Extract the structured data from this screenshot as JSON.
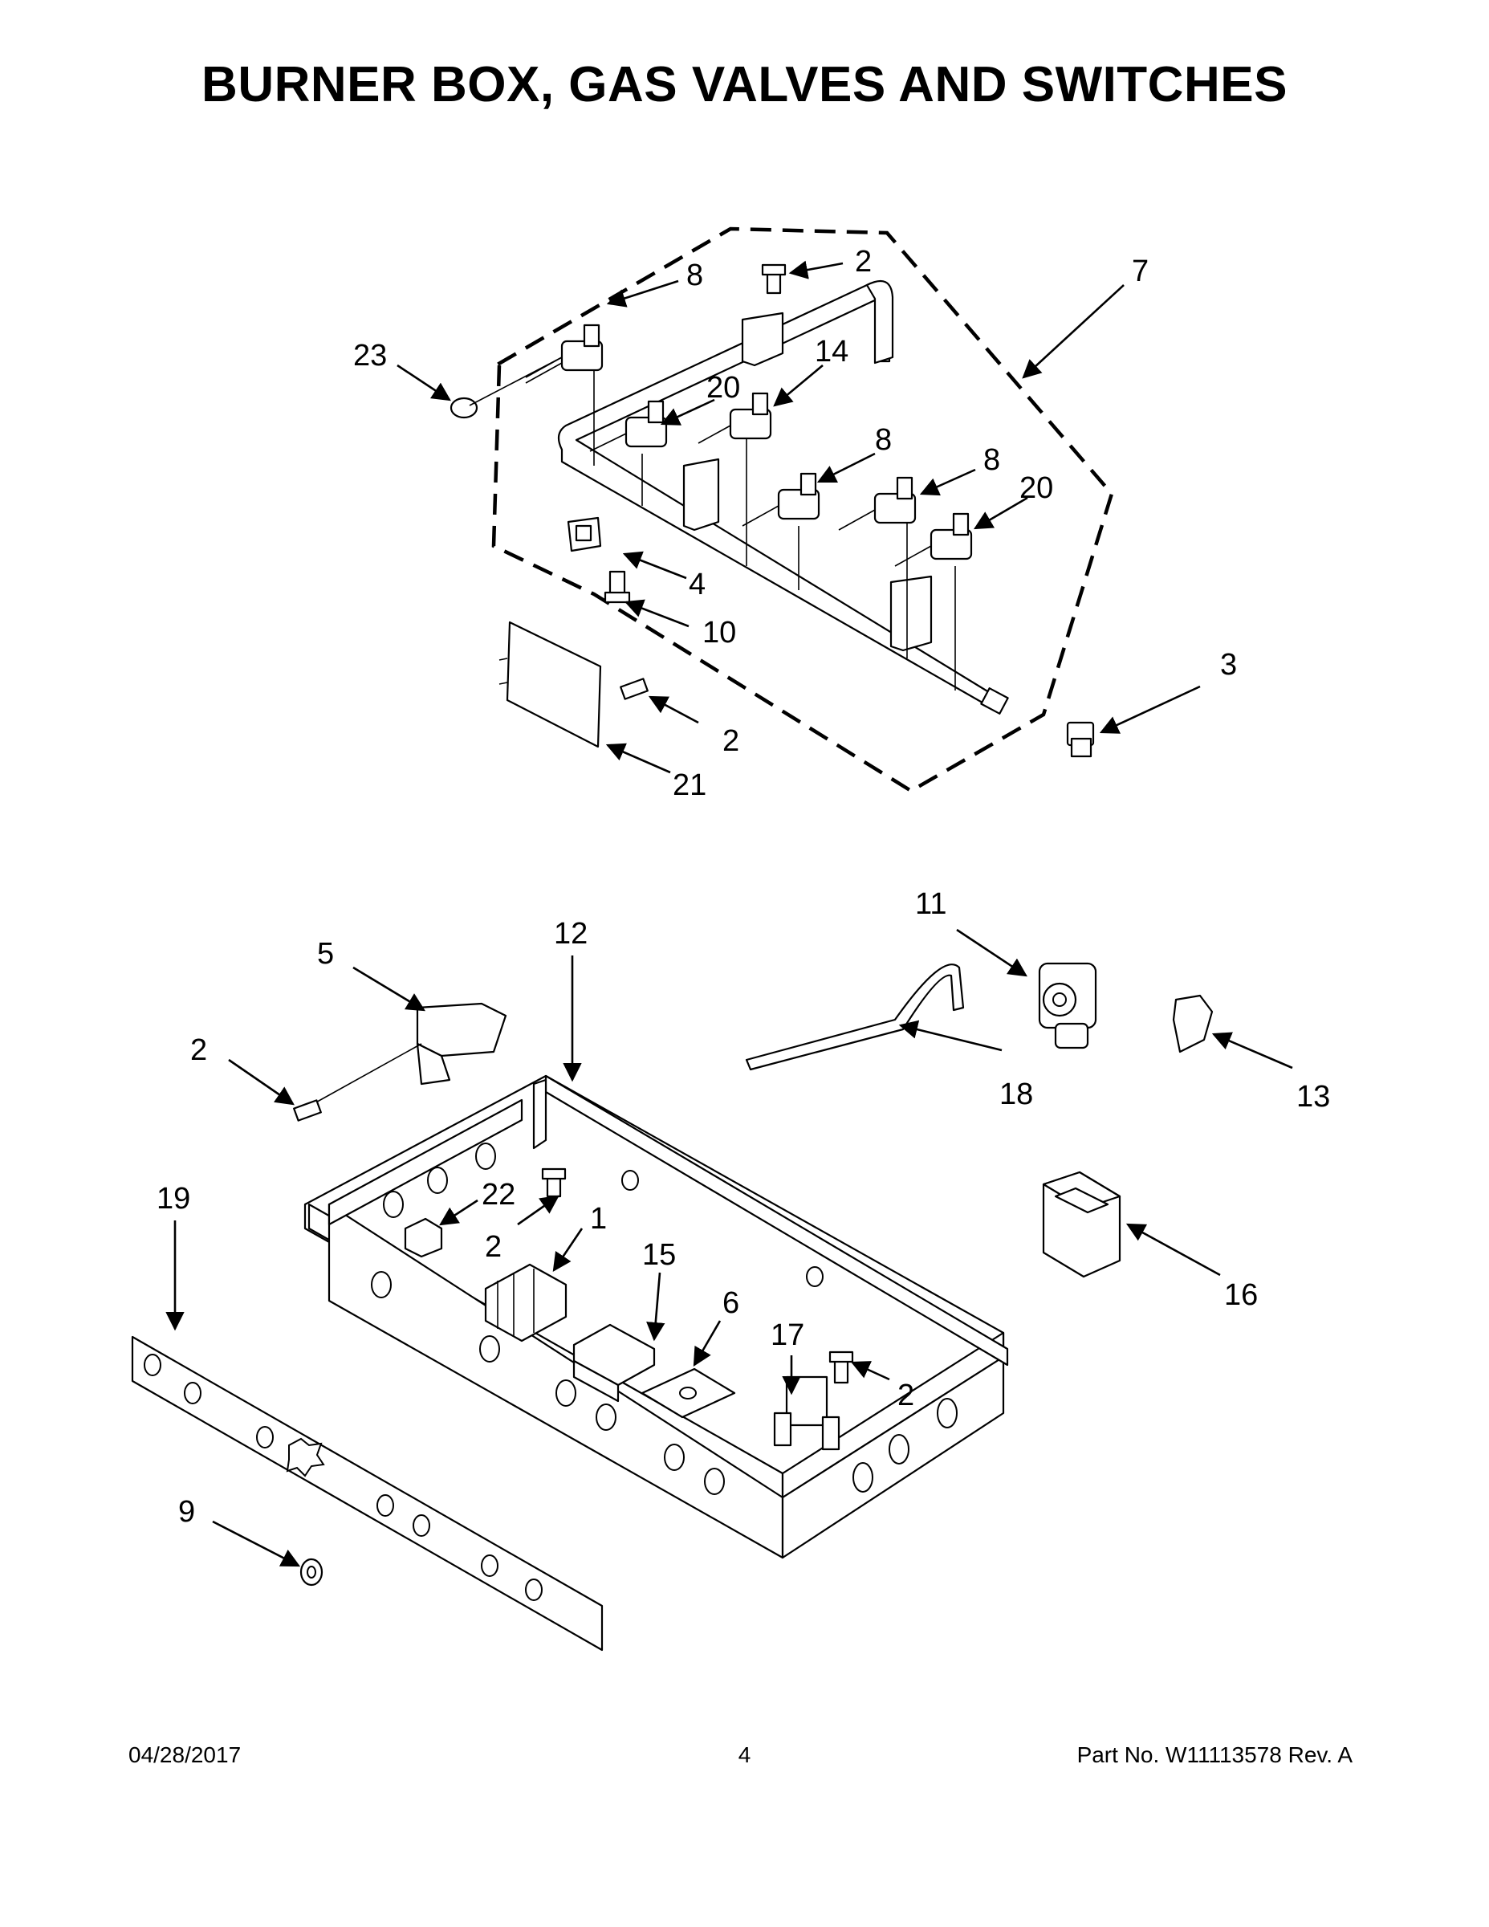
{
  "title": "BURNER BOX, GAS VALVES AND SWITCHES",
  "callouts": {
    "c2a": "2",
    "c7": "7",
    "c8a": "8",
    "c23": "23",
    "c14": "14",
    "c20a": "20",
    "c8b": "8",
    "c8c": "8",
    "c20b": "20",
    "c4": "4",
    "c10": "10",
    "c2b": "2",
    "c21": "21",
    "c3": "3",
    "c11": "11",
    "c12": "12",
    "c5": "5",
    "c2c": "2",
    "c18": "18",
    "c13": "13",
    "c19": "19",
    "c22": "22",
    "c1": "1",
    "c2d": "2",
    "c15": "15",
    "c6": "6",
    "c17": "17",
    "c2e": "2",
    "c16": "16",
    "c9": "9"
  },
  "footer": {
    "date": "04/28/2017",
    "page": "4",
    "part": "Part No.  W11113578  Rev.  A"
  }
}
